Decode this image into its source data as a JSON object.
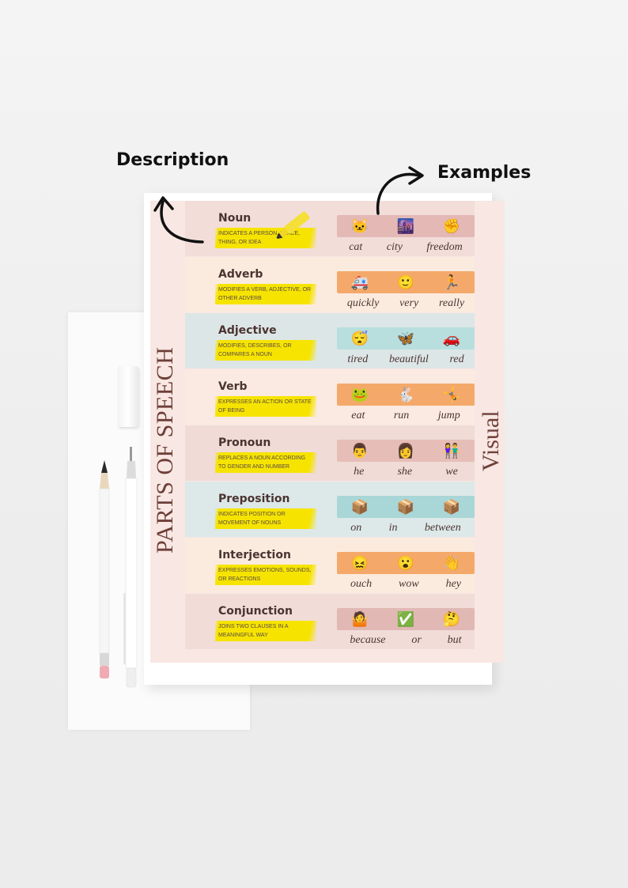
{
  "labels": {
    "description": "Description",
    "examples": "Examples"
  },
  "poster": {
    "side_title": "PARTS OF SPEECH",
    "visual_label": "Visual",
    "rows": [
      {
        "term": "Noun",
        "description": "Indicates a person, place, thing, or idea",
        "row_color": "#f2ddd9",
        "strip_color": "#e3b8b5",
        "icons": [
          "cat-icon",
          "city-icon",
          "freedom-icon"
        ],
        "glyphs": [
          "🐱",
          "🌆",
          "✊"
        ],
        "examples": [
          "cat",
          "city",
          "freedom"
        ]
      },
      {
        "term": "Adverb",
        "description": "Modifies a verb, adjective, or other adverb",
        "row_color": "#fbebdf",
        "strip_color": "#f4a96a",
        "icons": [
          "ambulance-icon",
          "character-icon",
          "runner-icon"
        ],
        "glyphs": [
          "🚑",
          "🙂",
          "🏃"
        ],
        "examples": [
          "quickly",
          "very",
          "really"
        ]
      },
      {
        "term": "Adjective",
        "description": "Modifies, describes, or compares a noun",
        "row_color": "#dde6e6",
        "strip_color": "#b8dede",
        "icons": [
          "sleepy-creature-icon",
          "butterfly-icon",
          "car-icon"
        ],
        "glyphs": [
          "😴",
          "🦋",
          "🚗"
        ],
        "examples": [
          "tired",
          "beautiful",
          "red"
        ]
      },
      {
        "term": "Verb",
        "description": "Expresses an action or state of being",
        "row_color": "#fbeae1",
        "strip_color": "#f4a96a",
        "icons": [
          "frog-icon",
          "running-animal-icon",
          "jumping-animal-icon"
        ],
        "glyphs": [
          "🐸",
          "🐇",
          "🤸"
        ],
        "examples": [
          "eat",
          "run",
          "jump"
        ]
      },
      {
        "term": "Pronoun",
        "description": "Replaces a noun according to gender and number",
        "row_color": "#f0dbd6",
        "strip_color": "#e7bdb8",
        "icons": [
          "man-icon",
          "woman-icon",
          "couple-icon"
        ],
        "glyphs": [
          "👨",
          "👩",
          "👫"
        ],
        "examples": [
          "he",
          "she",
          "we"
        ]
      },
      {
        "term": "Preposition",
        "description": "Indicates position or movement of nouns",
        "row_color": "#dde8e8",
        "strip_color": "#a9d6d6",
        "icons": [
          "box-on-icon",
          "box-in-icon",
          "box-between-icon"
        ],
        "glyphs": [
          "📦",
          "📦",
          "📦"
        ],
        "examples": [
          "on",
          "in",
          "between"
        ]
      },
      {
        "term": "Interjection",
        "description": "Expresses emotions, sounds, or reactions",
        "row_color": "#fbebdf",
        "strip_color": "#f4a96a",
        "icons": [
          "ouch-icon",
          "wow-icon",
          "hey-icon"
        ],
        "glyphs": [
          "😖",
          "😮",
          "👋"
        ],
        "examples": [
          "ouch",
          "wow",
          "hey"
        ]
      },
      {
        "term": "Conjunction",
        "description": "Joins two clauses in a meaningful way",
        "row_color": "#f1dcd8",
        "strip_color": "#e1b8b4",
        "icons": [
          "because-icon",
          "yes-no-icon",
          "but-icon"
        ],
        "glyphs": [
          "🤷",
          "✅",
          "🤔"
        ],
        "examples": [
          "because",
          "or",
          "but"
        ]
      }
    ]
  }
}
